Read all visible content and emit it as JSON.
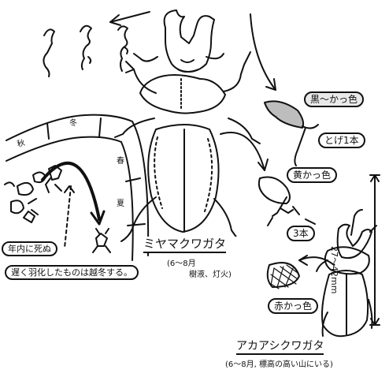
{
  "miyama": {
    "name": "ミヤマクワガタ",
    "season": "(6〜8月",
    "habitat": "樹液、灯火)"
  },
  "akaashi": {
    "name": "アカアシクワガタ",
    "note": "(6〜8月, 標高の高い山にいる)"
  },
  "callouts": {
    "black_brown": "黒〜かっ色",
    "spines": "とげ1本",
    "yellow_brown": "黄かっ色",
    "three": "3本",
    "red_brown": "赤かっ色"
  },
  "size_range": "27〜42mm",
  "lifecycle": {
    "dies_in_year": "年内に死ぬ",
    "late_overwinter": "遅く羽化したものは越冬する。",
    "band_1": "秋",
    "band_2": "冬",
    "band_3": "春",
    "band_4": "夏"
  },
  "colors": {
    "ink": "#111111",
    "paper": "#ffffff",
    "shade": "#dddddd"
  }
}
